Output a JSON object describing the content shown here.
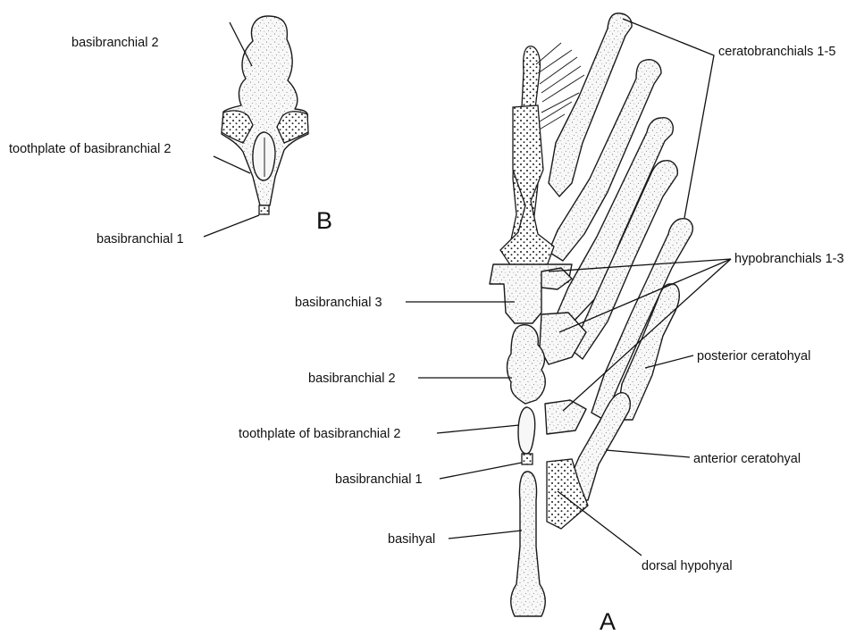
{
  "figure": {
    "panel_a_letter": "A",
    "panel_b_letter": "B"
  },
  "panel_b": {
    "labels": {
      "basibranchial_2": "basibranchial 2",
      "toothplate_basibranchial_2": "toothplate of basibranchial 2",
      "basibranchial_1": "basibranchial 1"
    }
  },
  "panel_a": {
    "labels": {
      "ceratobranchials": "ceratobranchials 1-5",
      "hypobranchials": "hypobranchials 1-3",
      "basibranchial_3": "basibranchial 3",
      "posterior_ceratohyal": "posterior ceratohyal",
      "basibranchial_2": "basibranchial 2",
      "toothplate_basibranchial_2": "toothplate of basibranchial 2",
      "anterior_ceratohyal": "anterior ceratohyal",
      "basibranchial_1": "basibranchial 1",
      "basihyal": "basihyal",
      "dorsal_hypohyal": "dorsal hypohyal"
    }
  },
  "colors": {
    "ink": "#111111",
    "bone_fill": "#f7f7f7",
    "background": "#ffffff"
  }
}
